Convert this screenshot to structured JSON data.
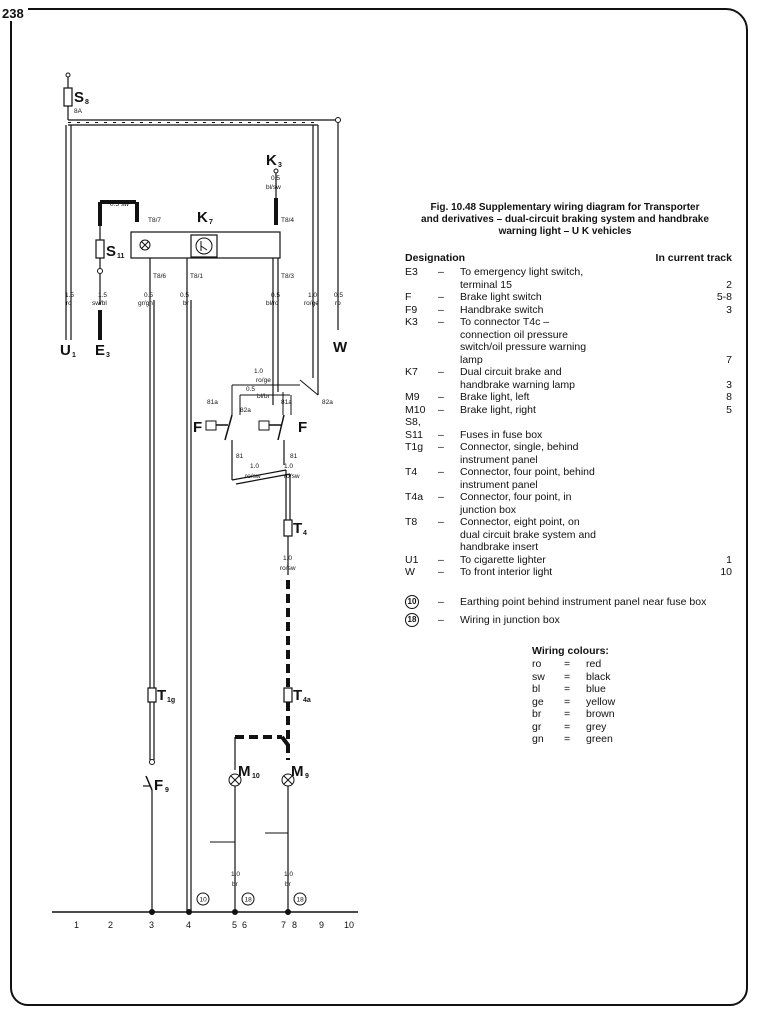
{
  "page_number": "238",
  "caption": {
    "line1": "Fig. 10.48 Supplementary wiring diagram for Transporter",
    "line2": "and derivatives – dual-circuit braking system and handbrake",
    "line3": "warning light – U K vehicles"
  },
  "legend": {
    "col_designation": "Designation",
    "col_track": "In current track",
    "items": [
      {
        "code": "E3",
        "dash": "–",
        "lines": [
          "To emergency light switch,",
          "terminal 15"
        ],
        "track": "2"
      },
      {
        "code": "F",
        "dash": "–",
        "lines": [
          "Brake light switch"
        ],
        "track": "5-8"
      },
      {
        "code": "F9",
        "dash": "–",
        "lines": [
          "Handbrake switch"
        ],
        "track": "3"
      },
      {
        "code": "K3",
        "dash": "–",
        "lines": [
          "To connector T4c –",
          "connection oil pressure",
          "switch/oil pressure warning",
          "lamp"
        ],
        "track": "7"
      },
      {
        "code": "K7",
        "dash": "–",
        "lines": [
          "Dual circuit brake and",
          "handbrake warning lamp"
        ],
        "track": "3"
      },
      {
        "code": "M9",
        "dash": "–",
        "lines": [
          "Brake light, left"
        ],
        "track": "8"
      },
      {
        "code": "M10",
        "dash": "–",
        "lines": [
          "Brake light, right"
        ],
        "track": "5"
      },
      {
        "code": "S8,",
        "dash": "",
        "lines": [
          ""
        ],
        "track": ""
      },
      {
        "code": "S11",
        "dash": "–",
        "lines": [
          "Fuses in fuse box"
        ],
        "track": ""
      },
      {
        "code": "T1g",
        "dash": "–",
        "lines": [
          "Connector, single, behind",
          "instrument panel"
        ],
        "track": ""
      },
      {
        "code": "T4",
        "dash": "–",
        "lines": [
          "Connector, four point, behind",
          "instrument panel"
        ],
        "track": ""
      },
      {
        "code": "T4a",
        "dash": "–",
        "lines": [
          "Connector, four point, in",
          "junction box"
        ],
        "track": ""
      },
      {
        "code": "T8",
        "dash": "–",
        "lines": [
          "Connector, eight point, on",
          "dual circuit brake system and",
          "handbrake insert"
        ],
        "track": ""
      },
      {
        "code": "U1",
        "dash": "–",
        "lines": [
          "To cigarette lighter"
        ],
        "track": "1"
      },
      {
        "code": "W",
        "dash": "–",
        "lines": [
          "To front interior light"
        ],
        "track": "10"
      }
    ]
  },
  "earth": [
    {
      "symbol": "10",
      "dash": "–",
      "text": "Earthing point behind instrument panel near fuse box"
    },
    {
      "symbol": "18",
      "dash": "–",
      "text": "Wiring in junction box"
    }
  ],
  "colours": {
    "title": "Wiring colours:",
    "items": [
      {
        "abbr": "ro",
        "eq": "=",
        "name": "red"
      },
      {
        "abbr": "sw",
        "eq": "=",
        "name": "black"
      },
      {
        "abbr": "bl",
        "eq": "=",
        "name": "blue"
      },
      {
        "abbr": "ge",
        "eq": "=",
        "name": "yellow"
      },
      {
        "abbr": "br",
        "eq": "=",
        "name": "brown"
      },
      {
        "abbr": "gr",
        "eq": "=",
        "name": "grey"
      },
      {
        "abbr": "gn",
        "eq": "=",
        "name": "green"
      }
    ]
  },
  "diagram": {
    "s8": {
      "main": "S",
      "sub": "8",
      "rating": "8A"
    },
    "k3": {
      "main": "K",
      "sub": "3",
      "size": "0.5",
      "colour": "bl/sw"
    },
    "k7": {
      "main": "K",
      "sub": "7"
    },
    "s11": {
      "main": "S",
      "sub": "11"
    },
    "t8_7": "T8/7",
    "t8_4": "T8/4",
    "t8_6": "T8/6",
    "t8_1": "T8/1",
    "t8_3": "T8/3",
    "top_wire": "0.5 sw",
    "wire_u1": {
      "size": "1.5",
      "colour": "ro"
    },
    "wire_e3": {
      "size": "1.5",
      "colour": "sw/bl"
    },
    "wire_t86": {
      "size": "0.5",
      "colour": "gr/gn"
    },
    "wire_t81": {
      "size": "0.5",
      "colour": "br"
    },
    "wire_t83": {
      "size": "0.5",
      "colour": "bl/ro"
    },
    "wire_roge": {
      "size": "1.0",
      "colour": "ro/ge"
    },
    "wire_w": {
      "size": "0.5",
      "colour": "ro"
    },
    "u1": {
      "main": "U",
      "sub": "1"
    },
    "e3": {
      "main": "E",
      "sub": "3"
    },
    "w": {
      "main": "W"
    },
    "f_left": "F",
    "f_right": "F",
    "sw_top": {
      "size": "1.0",
      "colour": "ro/ge"
    },
    "sw_mid": {
      "size": "0.5",
      "colour": "bl/br"
    },
    "t81a_l": "81a",
    "t82a_l": "82a",
    "t81a_r": "81a",
    "t82a_r": "82a",
    "t81_l": "81",
    "t81_r": "81",
    "wire_rosw_l": {
      "size": "1.0",
      "colour": "ro/sw"
    },
    "wire_rosw_r": {
      "size": "1.0",
      "colour": "ro/sw"
    },
    "t4": {
      "main": "T",
      "sub": "4"
    },
    "wire_t4_down": {
      "size": "1.0",
      "colour": "ro/sw"
    },
    "t1g": {
      "main": "T",
      "sub": "1g"
    },
    "t4a": {
      "main": "T",
      "sub": "4a"
    },
    "f9": {
      "main": "F",
      "sub": "9"
    },
    "m10": {
      "main": "M",
      "sub": "10"
    },
    "m9": {
      "main": "M",
      "sub": "9"
    },
    "wire_m10_gnd": {
      "size": "1.0",
      "colour": "br"
    },
    "wire_m9_gnd": {
      "size": "1.0",
      "colour": "br"
    },
    "gnd10": "10",
    "gnd18a": "18",
    "gnd18b": "18",
    "tracks": [
      "1",
      "2",
      "3",
      "4",
      "5",
      "6",
      "7",
      "8",
      "9",
      "10"
    ]
  }
}
